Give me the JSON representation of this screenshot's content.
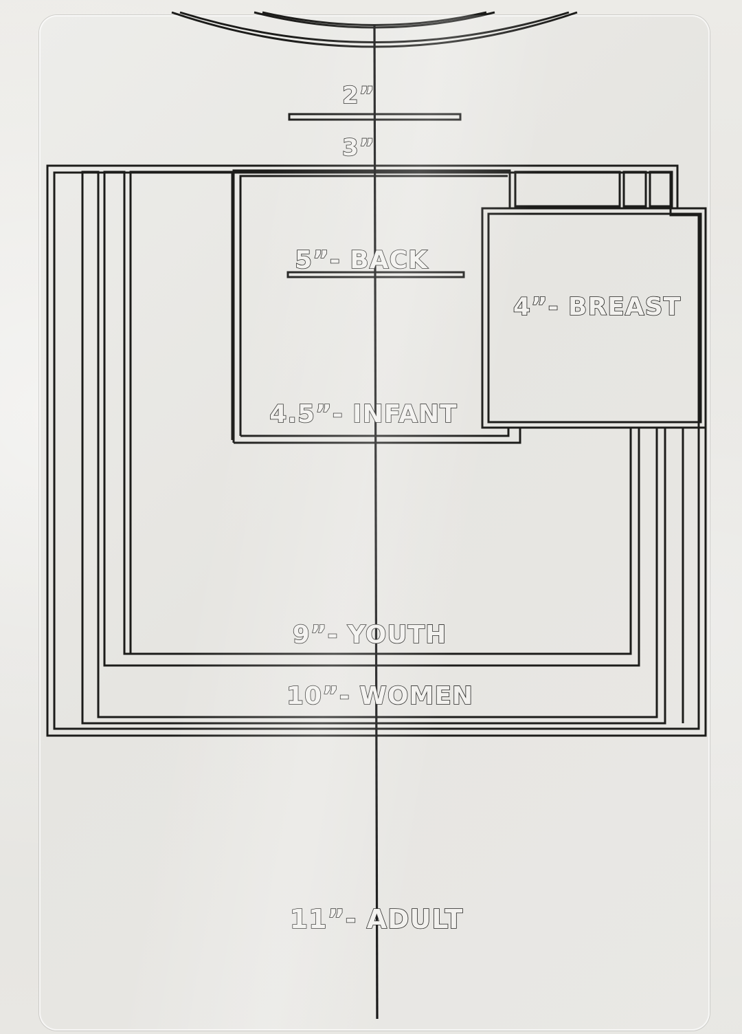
{
  "labels": {
    "neck_2": "2”",
    "neck_3": "3”",
    "back": "5”- BACK",
    "breast": "4”- BREAST",
    "infant": "4.5”- INFANT",
    "youth": "9”- YOUTH",
    "women": "10”- WOMEN",
    "adult": "11”- ADULT"
  },
  "colors": {
    "line": "#1c1c1a",
    "sheet": "#e9e8e4"
  }
}
